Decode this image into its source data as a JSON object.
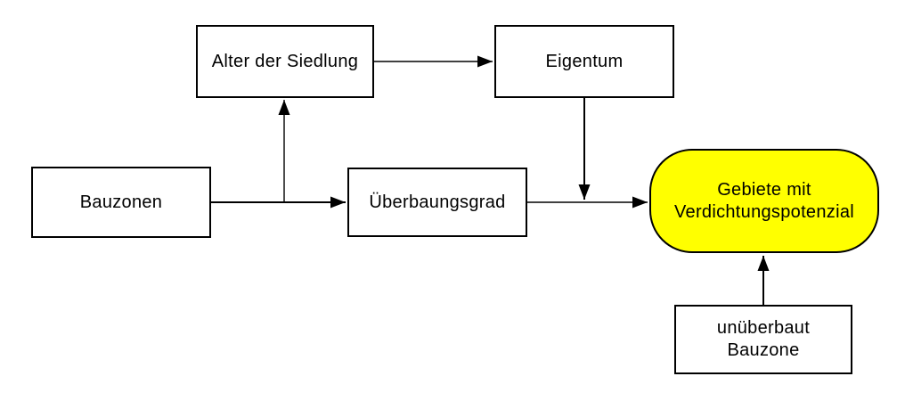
{
  "diagram": {
    "title": "Gebiete mit Verdichtungspotenzial Ablaufdiagramm",
    "background_color": "#ffffff",
    "line_color": "#000000",
    "node_border_color": "#000000",
    "highlight_fill_color": "#ffff00",
    "nodes": [
      {
        "id": "bauzonen",
        "label": "Bauzonen",
        "shape": "rect",
        "fill": "#ffffff"
      },
      {
        "id": "alter",
        "label": "Alter der Siedlung",
        "shape": "rect",
        "fill": "#ffffff"
      },
      {
        "id": "eigentum",
        "label": "Eigentum",
        "shape": "rect",
        "fill": "#ffffff"
      },
      {
        "id": "ueberbaungsgrad",
        "label": "Überbaungsgrad",
        "shape": "rect",
        "fill": "#ffffff"
      },
      {
        "id": "gebiete",
        "label": "Gebiete mit\nVerdichtungspotenzial",
        "shape": "stadium",
        "fill": "#ffff00"
      },
      {
        "id": "unueberbaut",
        "label": "unüberbaut\nBauzone",
        "shape": "rect",
        "fill": "#ffffff"
      }
    ],
    "edges": [
      {
        "name": "bauzonen-to-ueberbaungsgrad",
        "from": "bauzonen",
        "to": "ueberbaungsgrad",
        "weight": "thick"
      },
      {
        "name": "branch-up-to-alter-der-siedlung",
        "from": "bauzonen-flow",
        "to": "alter",
        "weight": "thin"
      },
      {
        "name": "alter-der-siedlung-to-eigentum",
        "from": "alter",
        "to": "eigentum",
        "weight": "thin"
      },
      {
        "name": "eigentum-down-to-flow",
        "from": "eigentum",
        "to": "gebiete-flow",
        "weight": "thick"
      },
      {
        "name": "ueberbaungsgrad-to-gebiete",
        "from": "ueberbaungsgrad",
        "to": "gebiete",
        "weight": "thin"
      },
      {
        "name": "unueberbaut-bauzone-up-to-gebiete",
        "from": "unueberbaut",
        "to": "gebiete",
        "weight": "thick"
      }
    ]
  }
}
